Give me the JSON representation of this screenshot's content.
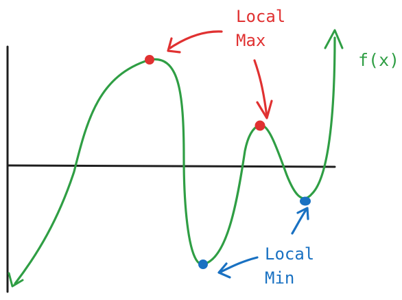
{
  "labels": {
    "local_max_line1": "Local",
    "local_max_line2": "Max",
    "local_min_line1": "Local",
    "local_min_line2": "Min",
    "function_name": "f(x)"
  },
  "colors": {
    "curve": "#2f9e44",
    "axes": "#1e1e1e",
    "maximum": "#e03131",
    "minimum": "#1971c2"
  },
  "icons": {
    "max_pointer": "arrow-icon",
    "min_pointer": "arrow-icon"
  }
}
